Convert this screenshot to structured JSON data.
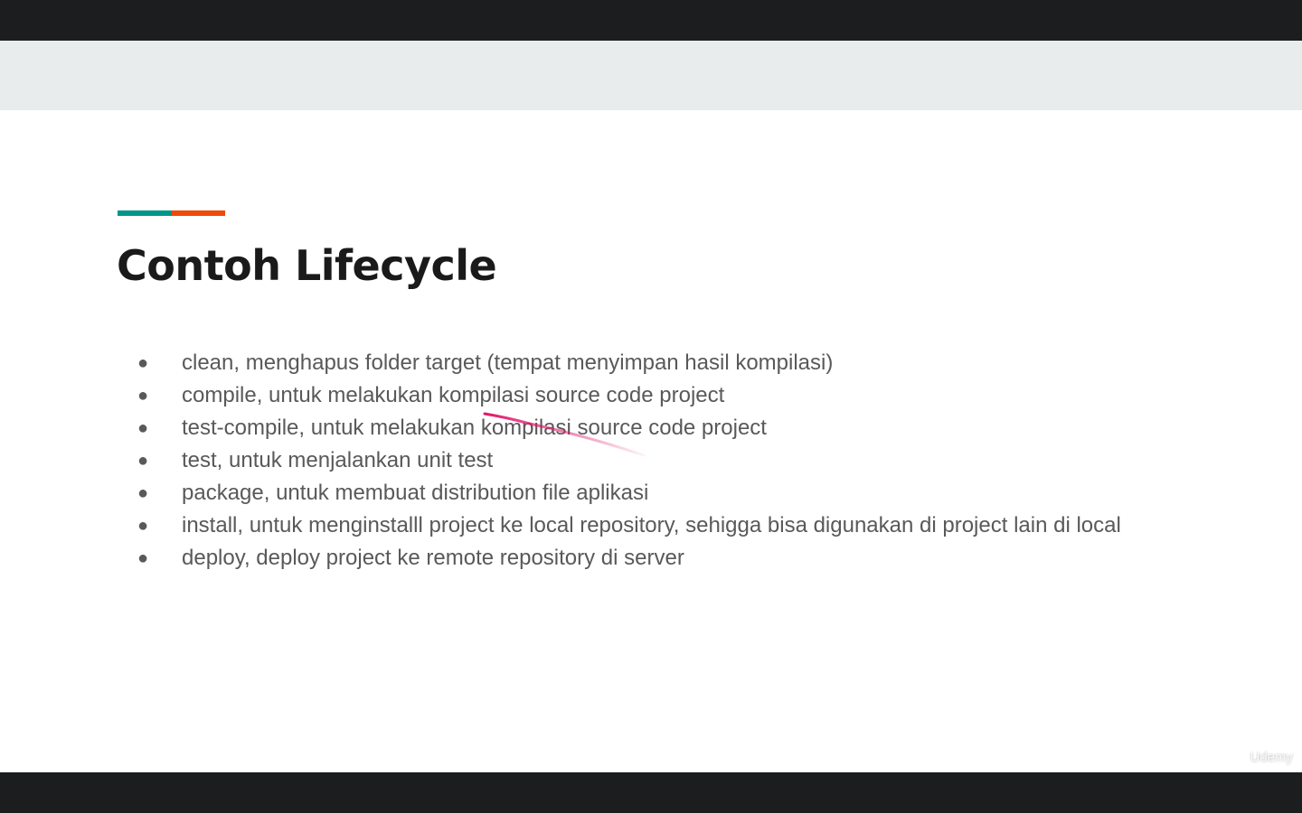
{
  "slide": {
    "title": "Contoh Lifecycle",
    "accent_colors": [
      "#009688",
      "#ef4a09"
    ],
    "background": "#ffffff",
    "header_band_color": "#e8ecec",
    "bullet_glyph": "●",
    "bullets": [
      "clean, menghapus folder target (tempat menyimpan hasil kompilasi)",
      "compile, untuk melakukan kompilasi source code project",
      "test-compile, untuk melakukan kompilasi source code project",
      "test, untuk menjalankan unit test",
      "package, untuk membuat distribution file aplikasi",
      "install, untuk menginstalll project ke local repository, sehigga bisa digunakan di project lain di local",
      "deploy,  deploy project ke remote repository di server"
    ],
    "annotation_color": "#e0156a"
  },
  "watermark": "Udemy"
}
